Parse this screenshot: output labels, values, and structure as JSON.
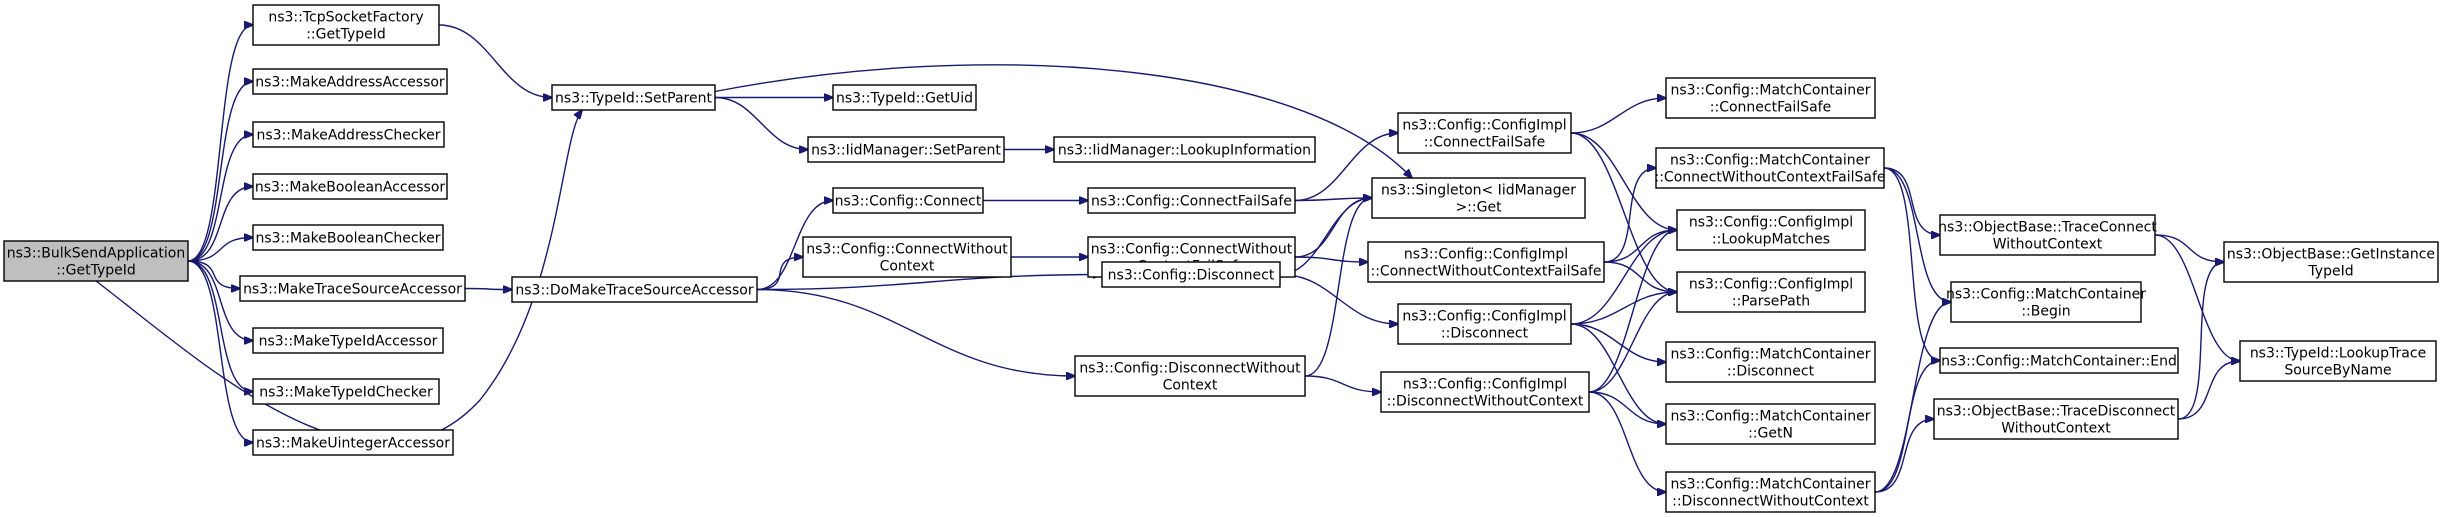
{
  "colors": {
    "edge": "#191970",
    "root_fill": "#bfbfbf",
    "node_fill": "#ffffff",
    "border": "#000000"
  },
  "nodes": [
    {
      "id": "root",
      "lines": [
        "ns3::BulkSendApplication",
        "::GetTypeId"
      ]
    },
    {
      "id": "tcpsf",
      "lines": [
        "ns3::TcpSocketFactory",
        "::GetTypeId"
      ]
    },
    {
      "id": "maa",
      "lines": [
        "ns3::MakeAddressAccessor"
      ]
    },
    {
      "id": "mac",
      "lines": [
        "ns3::MakeAddressChecker"
      ]
    },
    {
      "id": "mba",
      "lines": [
        "ns3::MakeBooleanAccessor"
      ]
    },
    {
      "id": "mbc",
      "lines": [
        "ns3::MakeBooleanChecker"
      ]
    },
    {
      "id": "mtsa",
      "lines": [
        "ns3::MakeTraceSourceAccessor"
      ]
    },
    {
      "id": "mtia",
      "lines": [
        "ns3::MakeTypeIdAccessor"
      ]
    },
    {
      "id": "mtic",
      "lines": [
        "ns3::MakeTypeIdChecker"
      ]
    },
    {
      "id": "mua",
      "lines": [
        "ns3::MakeUintegerAccessor"
      ]
    },
    {
      "id": "tisp",
      "lines": [
        "ns3::TypeId::SetParent"
      ]
    },
    {
      "id": "dmtsa",
      "lines": [
        "ns3::DoMakeTraceSourceAccessor"
      ]
    },
    {
      "id": "tigu",
      "lines": [
        "ns3::TypeId::GetUid"
      ]
    },
    {
      "id": "iidsp",
      "lines": [
        "ns3::IidManager::SetParent"
      ]
    },
    {
      "id": "iidli",
      "lines": [
        "ns3::IidManager::LookupInformation"
      ]
    },
    {
      "id": "cc",
      "lines": [
        "ns3::Config::Connect"
      ]
    },
    {
      "id": "ccwc",
      "lines": [
        "ns3::Config::ConnectWithout",
        "Context"
      ]
    },
    {
      "id": "ccfs",
      "lines": [
        "ns3::Config::ConnectFailSafe"
      ]
    },
    {
      "id": "ccwcfs",
      "lines": [
        "ns3::Config::ConnectWithout",
        "ContextFailSafe"
      ]
    },
    {
      "id": "cd",
      "lines": [
        "ns3::Config::Disconnect"
      ]
    },
    {
      "id": "cdwc",
      "lines": [
        "ns3::Config::DisconnectWithout",
        "Context"
      ]
    },
    {
      "id": "cicfs",
      "lines": [
        "ns3::Config::ConfigImpl",
        "::ConnectFailSafe"
      ]
    },
    {
      "id": "sing",
      "lines": [
        "ns3::Singleton< IidManager",
        ">::Get"
      ]
    },
    {
      "id": "cicwcfs",
      "lines": [
        "ns3::Config::ConfigImpl",
        "::ConnectWithoutContextFailSafe"
      ]
    },
    {
      "id": "cid",
      "lines": [
        "ns3::Config::ConfigImpl",
        "::Disconnect"
      ]
    },
    {
      "id": "cidwc",
      "lines": [
        "ns3::Config::ConfigImpl",
        "::DisconnectWithoutContext"
      ]
    },
    {
      "id": "mccfs",
      "lines": [
        "ns3::Config::MatchContainer",
        "::ConnectFailSafe"
      ]
    },
    {
      "id": "mccwcfs",
      "lines": [
        "ns3::Config::MatchContainer",
        "::ConnectWithoutContextFailSafe"
      ]
    },
    {
      "id": "cilm",
      "lines": [
        "ns3::Config::ConfigImpl",
        "::LookupMatches"
      ]
    },
    {
      "id": "cipp",
      "lines": [
        "ns3::Config::ConfigImpl",
        "::ParsePath"
      ]
    },
    {
      "id": "mcd",
      "lines": [
        "ns3::Config::MatchContainer",
        "::Disconnect"
      ]
    },
    {
      "id": "mcgn",
      "lines": [
        "ns3::Config::MatchContainer",
        "::GetN"
      ]
    },
    {
      "id": "mcdwc",
      "lines": [
        "ns3::Config::MatchContainer",
        "::DisconnectWithoutContext"
      ]
    },
    {
      "id": "obtcwc",
      "lines": [
        "ns3::ObjectBase::TraceConnect",
        "WithoutContext"
      ]
    },
    {
      "id": "mcb",
      "lines": [
        "ns3::Config::MatchContainer",
        "::Begin"
      ]
    },
    {
      "id": "mce",
      "lines": [
        "ns3::Config::MatchContainer::End"
      ]
    },
    {
      "id": "obtdwc",
      "lines": [
        "ns3::ObjectBase::TraceDisconnect",
        "WithoutContext"
      ]
    },
    {
      "id": "obgit",
      "lines": [
        "ns3::ObjectBase::GetInstance",
        "TypeId"
      ]
    },
    {
      "id": "tilts",
      "lines": [
        "ns3::TypeId::LookupTrace",
        "SourceByName"
      ]
    }
  ],
  "edges": [
    [
      "root",
      "tcpsf"
    ],
    [
      "root",
      "maa"
    ],
    [
      "root",
      "mac"
    ],
    [
      "root",
      "mba"
    ],
    [
      "root",
      "mbc"
    ],
    [
      "root",
      "mtsa"
    ],
    [
      "root",
      "mtia"
    ],
    [
      "root",
      "mtic"
    ],
    [
      "root",
      "mua"
    ],
    [
      "root",
      "tisp"
    ],
    [
      "tcpsf",
      "tisp"
    ],
    [
      "tisp",
      "tigu"
    ],
    [
      "tisp",
      "iidsp"
    ],
    [
      "tisp",
      "sing"
    ],
    [
      "iidsp",
      "iidli"
    ],
    [
      "mtsa",
      "dmtsa"
    ],
    [
      "dmtsa",
      "cc"
    ],
    [
      "dmtsa",
      "ccwc"
    ],
    [
      "dmtsa",
      "cd"
    ],
    [
      "dmtsa",
      "cdwc"
    ],
    [
      "cc",
      "ccfs"
    ],
    [
      "ccwc",
      "ccwcfs"
    ],
    [
      "cd",
      "cid"
    ],
    [
      "cd",
      "sing"
    ],
    [
      "cdwc",
      "cidwc"
    ],
    [
      "cdwc",
      "sing"
    ],
    [
      "ccfs",
      "cicfs"
    ],
    [
      "ccfs",
      "sing"
    ],
    [
      "ccwcfs",
      "cicwcfs"
    ],
    [
      "ccwcfs",
      "sing"
    ],
    [
      "cicfs",
      "mccfs"
    ],
    [
      "cicfs",
      "cilm"
    ],
    [
      "cicfs",
      "cipp"
    ],
    [
      "cicwcfs",
      "mccwcfs"
    ],
    [
      "cicwcfs",
      "cilm"
    ],
    [
      "cicwcfs",
      "cipp"
    ],
    [
      "cid",
      "mcd"
    ],
    [
      "cid",
      "cilm"
    ],
    [
      "cid",
      "cipp"
    ],
    [
      "cid",
      "mcgn"
    ],
    [
      "cidwc",
      "mcdwc"
    ],
    [
      "cidwc",
      "cilm"
    ],
    [
      "cidwc",
      "cipp"
    ],
    [
      "cidwc",
      "mcgn"
    ],
    [
      "mccwcfs",
      "obtcwc"
    ],
    [
      "mccwcfs",
      "mcb"
    ],
    [
      "mccwcfs",
      "mce"
    ],
    [
      "mcdwc",
      "obtdwc"
    ],
    [
      "mcdwc",
      "mcb"
    ],
    [
      "mcdwc",
      "mce"
    ],
    [
      "obtcwc",
      "obgit"
    ],
    [
      "obtcwc",
      "tilts"
    ],
    [
      "obtdwc",
      "obgit"
    ],
    [
      "obtdwc",
      "tilts"
    ]
  ]
}
